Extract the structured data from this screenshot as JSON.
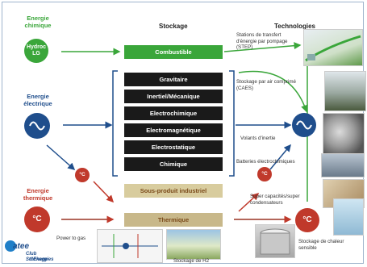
{
  "header": {
    "stockage": "Stockage",
    "technologies": "Technologies"
  },
  "left": {
    "chimique_label": "Energie\nchimique",
    "hydroc_label": "Hydroc\nLG",
    "electrique_label": "Energie\nélectrique",
    "thermique_label": "Energie\nthermique",
    "degree_small": "°C",
    "degree_big": "°C"
  },
  "storage": {
    "combustible": "Combustible",
    "items": [
      "Gravitaire",
      "Inertiel/Mécanique",
      "Electrochimique",
      "Electromagnétique",
      "Electrostatique",
      "Chimique"
    ],
    "sous_produit": "Sous-produit industriel",
    "thermique": "Thermique"
  },
  "technologies": {
    "step": "Stations de transfert\nd'énergie par pompage\n(STEP)",
    "caes": "Stockage par air comprimé\n(CAES)",
    "volants": "Volants d'inertie",
    "batteries": "Batteries électrochimiques",
    "supercap": "Super capacités/super\ncondensateurs",
    "chaleur": "Stockage de chaleur\nsensible",
    "power_to_gas": "Power to gas",
    "stockage_h2": "Stockage de H2",
    "degree_mid": "°C",
    "degree_right": "°C"
  },
  "logo": {
    "atee": "atee",
    "club1": "Club Stockage",
    "club2": "d'Energies"
  },
  "colors": {
    "green": "#3aa63a",
    "blue": "#1f4e8c",
    "red": "#c0392b",
    "dark_red": "#9a3324",
    "olive": "#c8b88a",
    "olive_text": "#7a4a1a",
    "black": "#1a1a1a"
  }
}
